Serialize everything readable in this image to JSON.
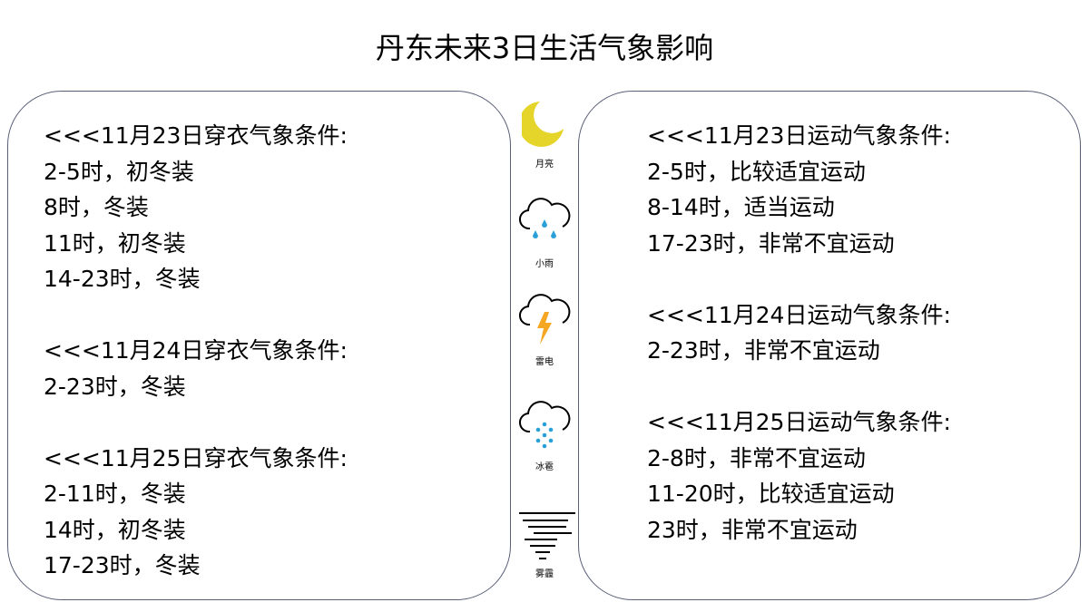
{
  "title": "丹东未来3日生活气象影响",
  "clothing": [
    {
      "header": "<<<11月23日穿衣气象条件:",
      "lines": [
        "2-5时，初冬装",
        "8时，冬装",
        "11时，初冬装",
        "14-23时，冬装"
      ]
    },
    {
      "header": "<<<11月24日穿衣气象条件:",
      "lines": [
        "2-23时，冬装"
      ]
    },
    {
      "header": "<<<11月25日穿衣气象条件:",
      "lines": [
        "2-11时，冬装",
        "14时，初冬装",
        "17-23时，冬装"
      ]
    }
  ],
  "sport": [
    {
      "header": "<<<11月23日运动气象条件:",
      "lines": [
        "2-5时，比较适宜运动",
        "8-14时，适当运动",
        "17-23时，非常不宜运动"
      ]
    },
    {
      "header": "<<<11月24日运动气象条件:",
      "lines": [
        "2-23时，非常不宜运动"
      ]
    },
    {
      "header": "<<<11月25日运动气象条件:",
      "lines": [
        "2-8时，非常不宜运动",
        "11-20时，比较适宜运动",
        "23时，非常不宜运动"
      ]
    }
  ],
  "icons": {
    "moon": "月亮",
    "rain": "小雨",
    "thunder": "雷电",
    "hail": "冰雹",
    "fog": "雾霾"
  },
  "colors": {
    "moon": "#e5d52a",
    "rain": "#2a9fd8",
    "bolt": "#f5a623",
    "border": "#5a5f78"
  }
}
